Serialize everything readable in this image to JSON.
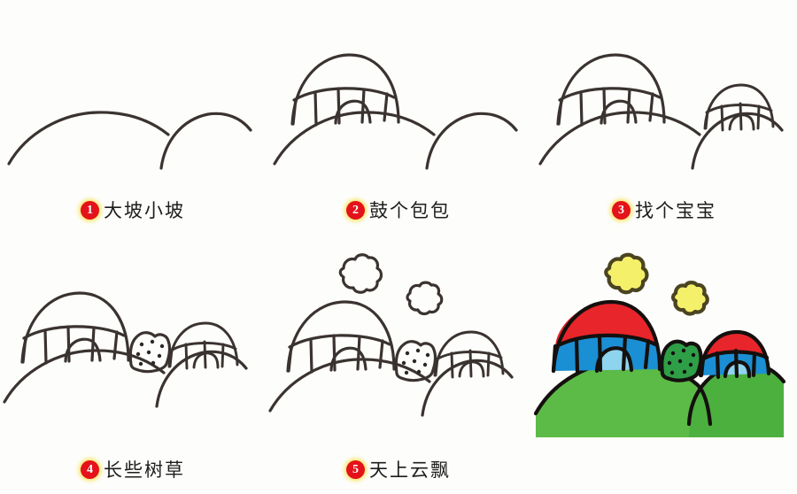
{
  "page": {
    "title": "Step-by-step drawing tutorial: yurts on hills",
    "background": "#fdfdfb",
    "columns": 3,
    "rows": 2,
    "total_steps": 5
  },
  "palette": {
    "ink": "#3a3330",
    "badge_red": "#e4121a",
    "badge_glow": "#f6de3c",
    "roof_red": "#e8252a",
    "wall_blue": "#1b8fd4",
    "door_blue": "#8fd4ee",
    "hill_green": "#5cba47",
    "hill_green_dark": "#46ab3c",
    "tree_green": "#2e9e47",
    "cloud_yellow": "#f5f06a",
    "outline_black": "#14100e"
  },
  "steps": [
    {
      "number": "1",
      "caption": "大坡小坡",
      "translation": "big slope, small slope",
      "contents": [
        "large-hill-curve",
        "small-hill-curve"
      ],
      "colored": false
    },
    {
      "number": "2",
      "caption": "鼓个包包",
      "translation": "bulge out a bump",
      "contents": [
        "large-hill-curve",
        "small-hill-curve",
        "large-yurt"
      ],
      "colored": false
    },
    {
      "number": "3",
      "caption": "找个宝宝",
      "translation": "find a baby one",
      "contents": [
        "large-hill-curve",
        "small-hill-curve",
        "large-yurt",
        "small-yurt"
      ],
      "colored": false
    },
    {
      "number": "4",
      "caption": "长些树草",
      "translation": "grow some trees and grass",
      "contents": [
        "large-hill-curve",
        "small-hill-curve",
        "large-yurt",
        "small-yurt",
        "bush-tree"
      ],
      "colored": false
    },
    {
      "number": "5",
      "caption": "天上云飘",
      "translation": "clouds float in the sky",
      "contents": [
        "large-hill-curve",
        "small-hill-curve",
        "large-yurt",
        "small-yurt",
        "bush-tree",
        "cloud-big",
        "cloud-small"
      ],
      "colored": false
    },
    {
      "number": "",
      "caption": "",
      "translation": "finished colored drawing",
      "contents": [
        "hills-green",
        "large-yurt-colored",
        "small-yurt-colored",
        "bush-tree-colored",
        "cloud-big-yellow",
        "cloud-small-yellow"
      ],
      "colored": true
    }
  ]
}
